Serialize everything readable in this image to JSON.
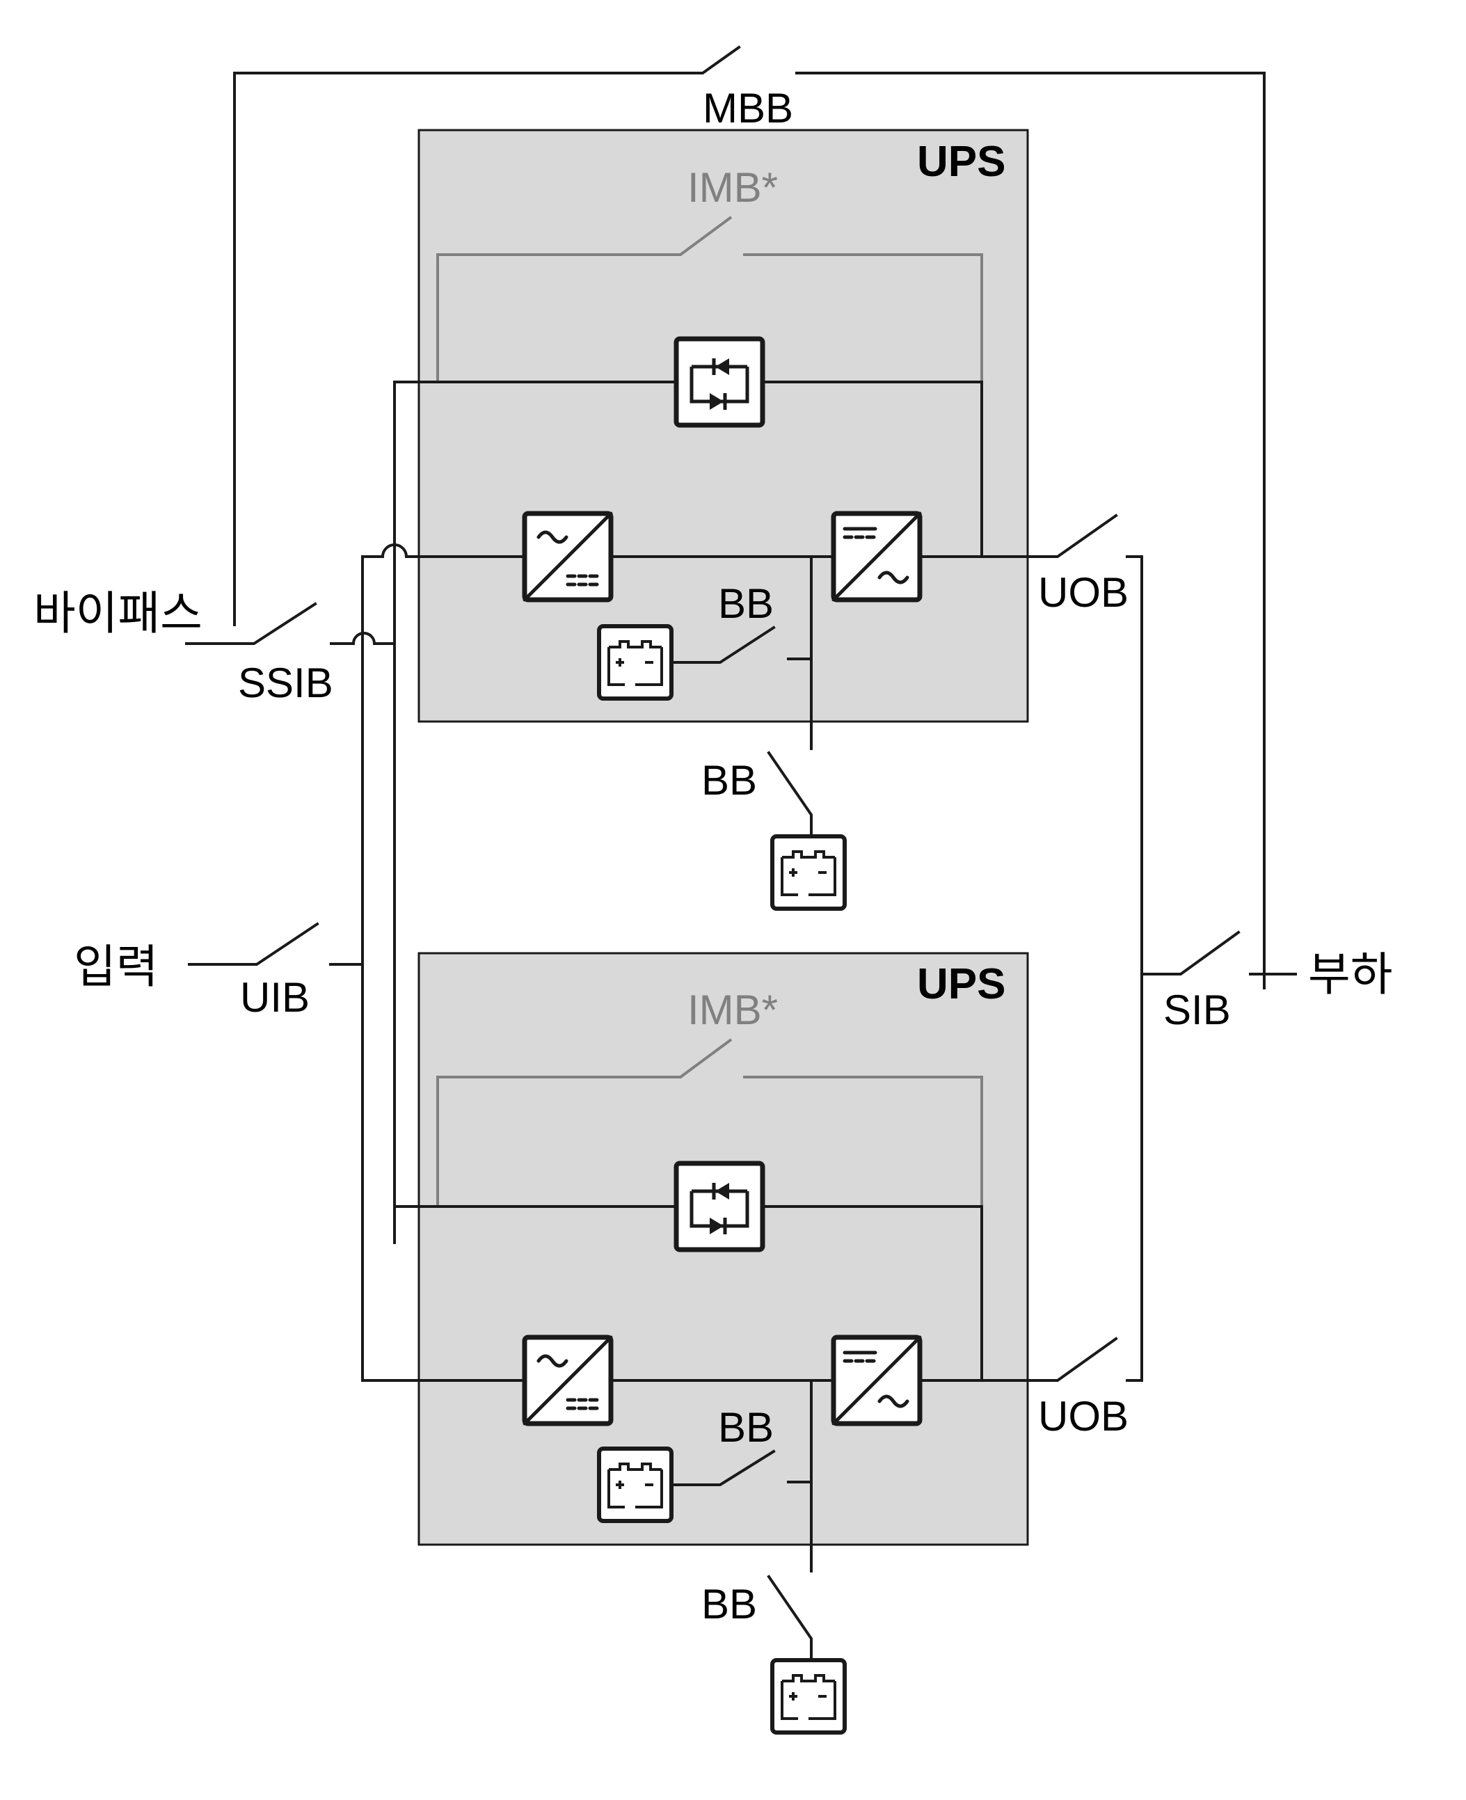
{
  "labels": {
    "mbb": "MBB",
    "bypass": "바이패스",
    "ssib": "SSIB",
    "input": "입력",
    "uib": "UIB",
    "sib": "SIB",
    "load": "부하"
  },
  "ups_modules": [
    {
      "title": "UPS",
      "imb": "IMB*",
      "uob": "UOB",
      "bb_internal": "BB",
      "bb_external": "BB"
    },
    {
      "title": "UPS",
      "imb": "IMB*",
      "uob": "UOB",
      "bb_internal": "BB",
      "bb_external": "BB"
    }
  ],
  "colors": {
    "module_fill": "#d9d9d9",
    "maintenance_line": "#808080",
    "wire": "#1a1a1a"
  }
}
